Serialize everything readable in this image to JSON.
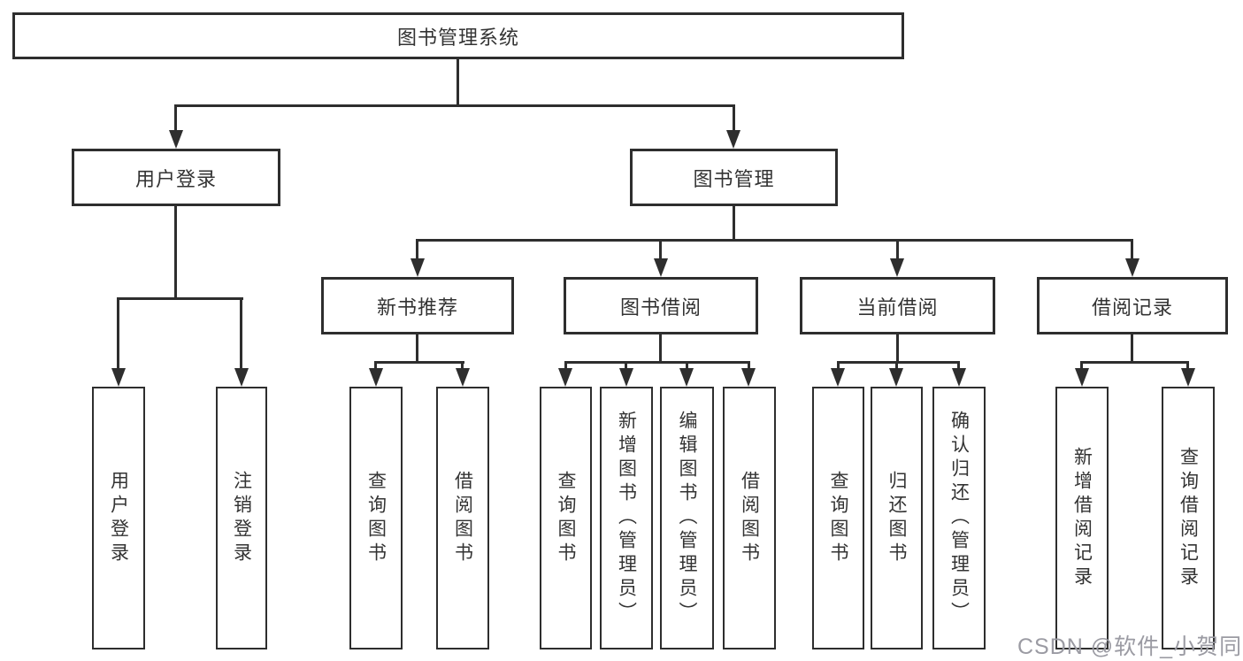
{
  "tree": {
    "root": {
      "label": "图书管理系统",
      "children": [
        {
          "label": "用户登录",
          "children": [
            {
              "label": "用户登录"
            },
            {
              "label": "注销登录"
            }
          ]
        },
        {
          "label": "图书管理",
          "children": [
            {
              "label": "新书推荐",
              "children": [
                {
                  "label": "查询图书"
                },
                {
                  "label": "借阅图书"
                }
              ]
            },
            {
              "label": "图书借阅",
              "children": [
                {
                  "label": "查询图书"
                },
                {
                  "label": "新增图书（管理员）"
                },
                {
                  "label": "编辑图书（管理员）"
                },
                {
                  "label": "借阅图书"
                }
              ]
            },
            {
              "label": "当前借阅",
              "children": [
                {
                  "label": "查询图书"
                },
                {
                  "label": "归还图书"
                },
                {
                  "label": "确认归还（管理员）"
                }
              ]
            },
            {
              "label": "借阅记录",
              "children": [
                {
                  "label": "新增借阅记录"
                },
                {
                  "label": "查询借阅记录"
                }
              ]
            }
          ]
        }
      ]
    }
  },
  "watermark": {
    "text": "CSDN @软件_小贺同学"
  },
  "colors": {
    "line": "#2e2e2e",
    "text": "#333333",
    "background": "#ffffff",
    "watermark": "#9b9ba3"
  }
}
